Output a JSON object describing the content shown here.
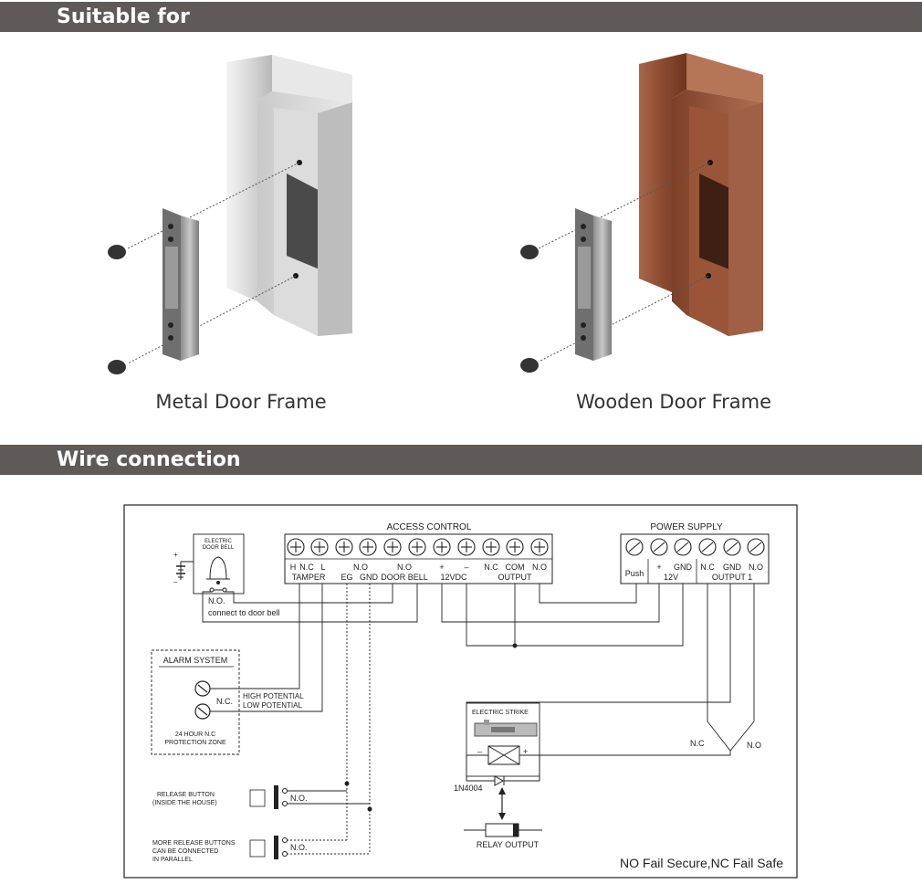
{
  "sections": {
    "suitable_title": "Suitable for",
    "wire_title": "Wire connection"
  },
  "frames": {
    "metal_caption": "Metal Door Frame",
    "wooden_caption": "Wooden Door Frame"
  },
  "diagram": {
    "access_control": {
      "title": "ACCESS CONTROL",
      "row1": [
        "H",
        "N.C",
        "L",
        "N.O",
        "N.O",
        "+",
        "–",
        "N.C",
        "COM",
        "N.O"
      ],
      "tamper": "TAMPER",
      "eg": "EG",
      "gnd": "GND",
      "door_bell": "DOOR BELL",
      "vdc": "12VDC",
      "output": "OUTPUT"
    },
    "power_supply": {
      "title": "POWER SUPPLY",
      "push": "Push",
      "plus": "+",
      "gnd": "GND",
      "v12": "12V",
      "nc": "N.C",
      "gnd2": "GND",
      "no": "N.O",
      "output1": "OUTPUT 1"
    },
    "door_bell": {
      "line1": "ELECTRIC",
      "line2": "DOOR BELL",
      "no": "N.O.",
      "connect": "connect to door bell"
    },
    "alarm": {
      "title": "ALARM SYSTEM",
      "nc": "N.C.",
      "high": "HIGH POTENTIAL",
      "low": "LOW POTENTIAL",
      "zone1": "24 HOUR N.C",
      "zone2": "PROTECTION ZONE"
    },
    "release1": {
      "line1": "RELEASE BUTTON",
      "line2": "(INSIDE THE HOUSE)",
      "no": "N.O."
    },
    "release2": {
      "line1": "MORE RELEASE BUTTONS",
      "line2": "CAN BE CONNECTED",
      "line3": "IN PARALLEL",
      "no": "N.O."
    },
    "strike": {
      "title": "ELECTRIC STRIKE",
      "minus": "–",
      "plus": "+",
      "diode": "1N4004",
      "relay": "RELAY OUTPUT",
      "nc": "N.C",
      "no": "N.O"
    },
    "note": "NO Fail Secure,NC Fail Safe"
  }
}
